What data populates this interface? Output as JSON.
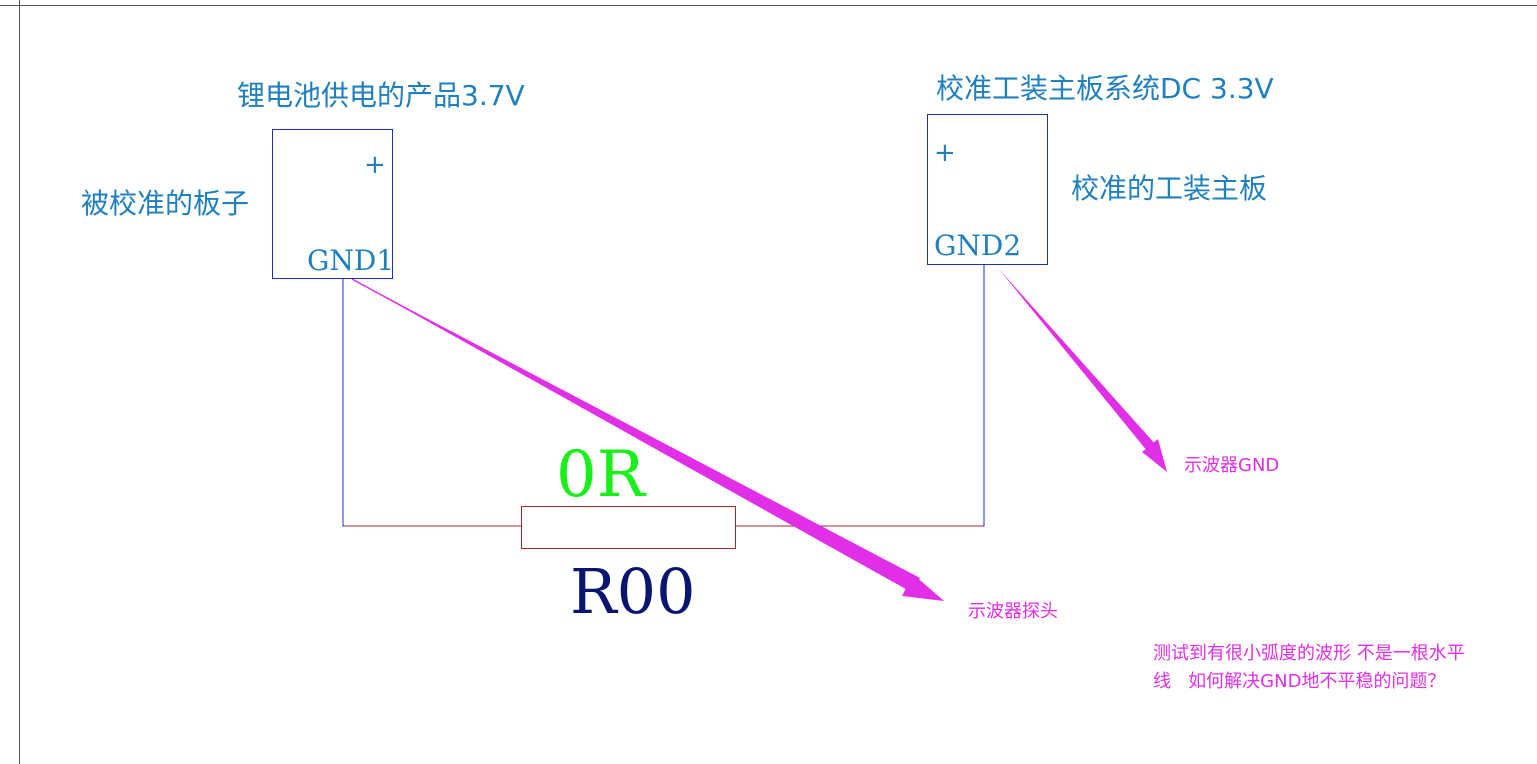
{
  "left_board": {
    "title": "锂电池供电的产品3.7V",
    "caption": "被校准的板子",
    "plus": "+",
    "gnd": "GND1"
  },
  "right_board": {
    "title": "校准工装主板系统DC 3.3V",
    "caption": "校准的工装主板",
    "plus": "+",
    "gnd": "GND2"
  },
  "resistor": {
    "value": "0R",
    "designator": "R00"
  },
  "annotations": {
    "probe": "示波器探头",
    "scope_gnd": "示波器GND",
    "question_line1": "测试到有很小弧度的波形 不是一根水平",
    "question_line2": "线   如何解决GND地不平稳的问题？"
  },
  "colors": {
    "text_blue": "#1f7fbf",
    "wire_blue": "#1c2ec9",
    "wire_red": "#a0292e",
    "arrow_magenta": "#e02fe6",
    "resistor_value_green": "#19f019",
    "designator_navy": "#0a1570"
  }
}
